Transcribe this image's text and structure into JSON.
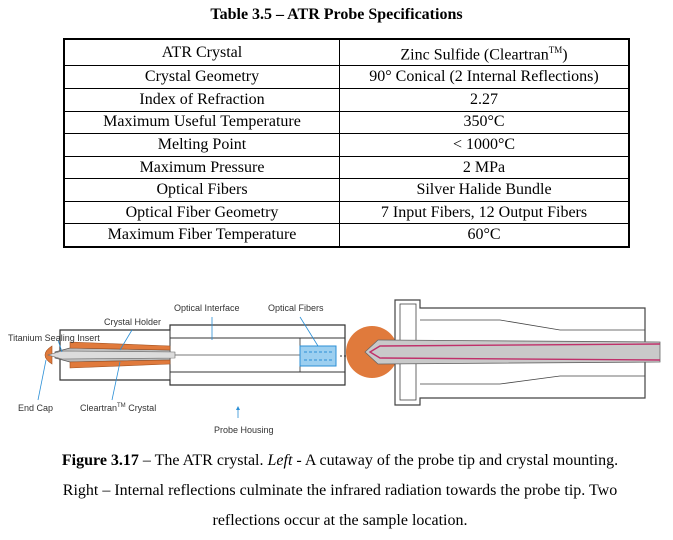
{
  "table": {
    "title": "Table 3.5 – ATR Probe Specifications",
    "rows": [
      {
        "param": "ATR Crystal",
        "value": "Zinc Sulfide (Cleartran",
        "value_sup": "TM",
        "value_tail": ")"
      },
      {
        "param": "Crystal Geometry",
        "value": "90° Conical (2 Internal Reflections)"
      },
      {
        "param": "Index of Refraction",
        "value": "2.27"
      },
      {
        "param": "Maximum Useful Temperature",
        "value": "350°C"
      },
      {
        "param": "Melting Point",
        "value": "< 1000°C"
      },
      {
        "param": "Maximum Pressure",
        "value": "2 MPa"
      },
      {
        "param": "Optical Fibers",
        "value": "Silver Halide Bundle"
      },
      {
        "param": "Optical Fiber Geometry",
        "value": "7 Input Fibers, 12 Output Fibers"
      },
      {
        "param": "Maximum Fiber Temperature",
        "value": "60°C"
      }
    ]
  },
  "figure": {
    "labels": {
      "optical_interface": "Optical Interface",
      "optical_fibers": "Optical Fibers",
      "crystal_holder": "Crystal Holder",
      "titanium_insert": "Titanium Sealing Insert",
      "end_cap": "End Cap",
      "cleartran": "Cleartran",
      "cleartran_sup": "TM",
      "cleartran_tail": " Crystal",
      "probe_housing": "Probe Housing"
    },
    "colors": {
      "copper": "#e07a3c",
      "crystal": "#c9c9c9",
      "fiber_box": "#2b8fd6",
      "reflection": "#c0306a"
    }
  },
  "caption": {
    "figure_num": "Figure 3.17",
    "dash": " – The ATR crystal. ",
    "left_word": "Left",
    "text1": " - A cutaway of the probe tip and crystal mounting.",
    "text2": "Right – Internal reflections culminate the infrared radiation towards the probe tip. Two",
    "text3": "reflections occur at the sample location."
  }
}
